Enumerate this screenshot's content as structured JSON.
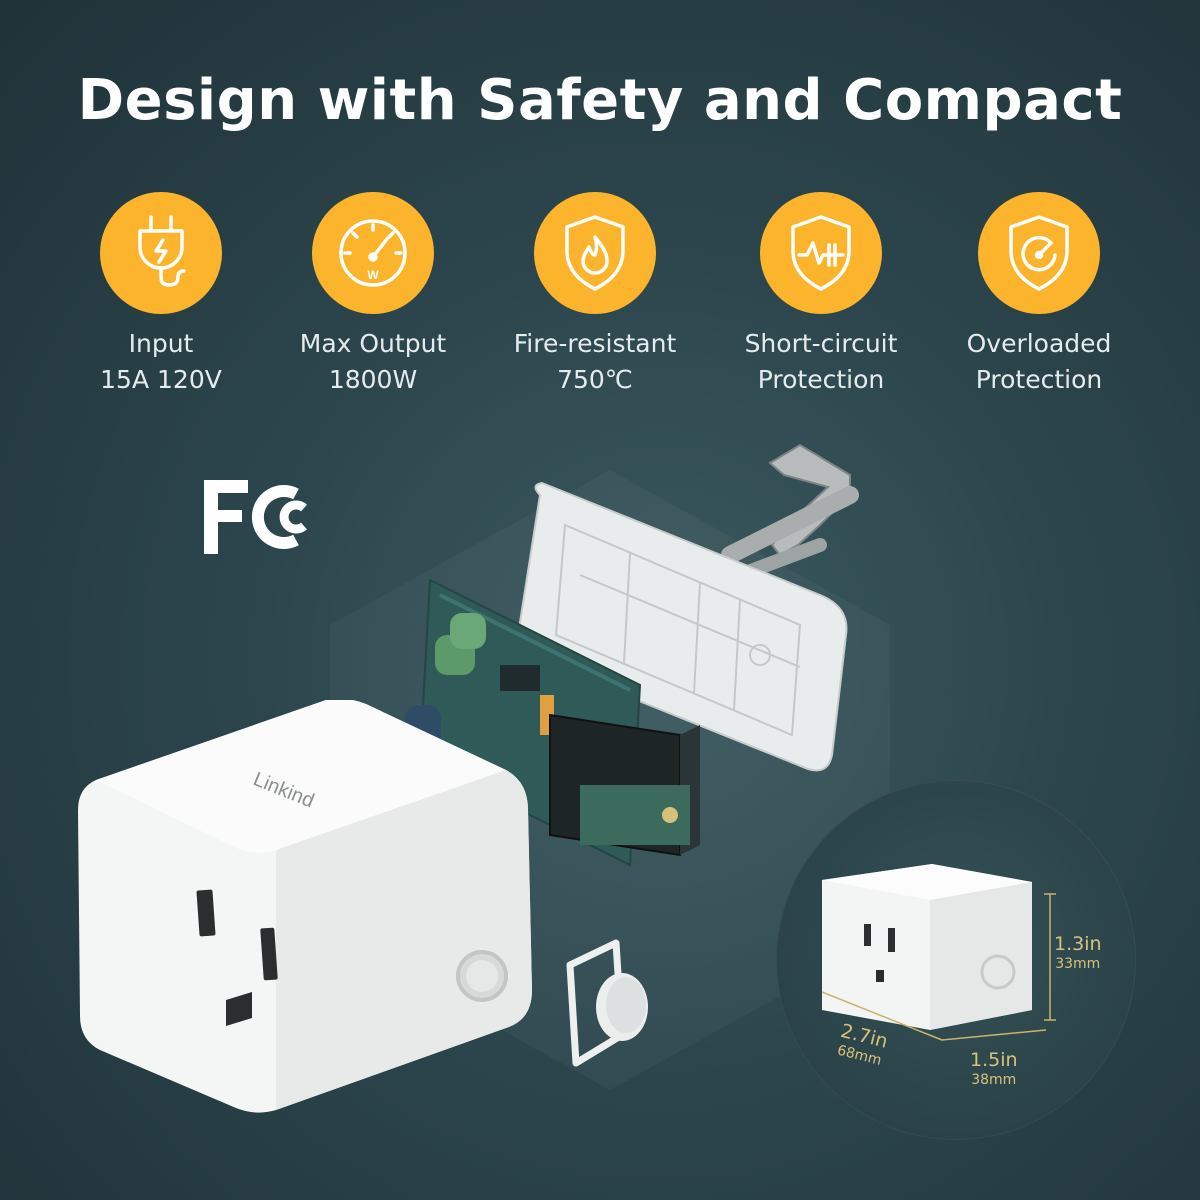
{
  "headline": "Design with Safety and Compact",
  "accent_color": "#fbb42c",
  "features": [
    {
      "icon": "plug-icon",
      "line1": "Input",
      "line2": "15A 120V"
    },
    {
      "icon": "power-meter-icon",
      "line1": "Max Output",
      "line2": "1800W"
    },
    {
      "icon": "flame-shield-icon",
      "line1": "Fire-resistant",
      "line2": "750℃"
    },
    {
      "icon": "circuit-shield-icon",
      "line1": "Short-circuit",
      "line2": "Protection"
    },
    {
      "icon": "gauge-shield-icon",
      "line1": "Overloaded",
      "line2": "Protection"
    }
  ],
  "brand": "Linkind",
  "certification": "FC",
  "dimensions": {
    "height": {
      "in": "1.3in",
      "mm": "33mm"
    },
    "length": {
      "in": "2.7in",
      "mm": "68mm"
    },
    "width": {
      "in": "1.5in",
      "mm": "38mm"
    }
  }
}
